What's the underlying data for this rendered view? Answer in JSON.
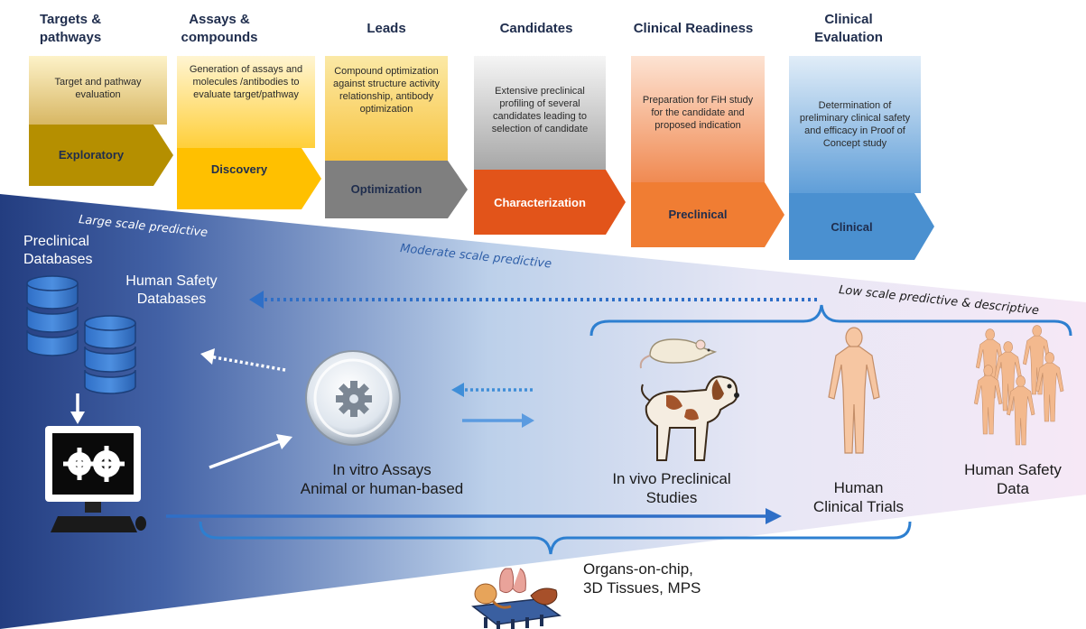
{
  "colors": {
    "exploratory": "#b58f00",
    "discovery": "#ffc000",
    "optimization": "#7f7f7f",
    "characterization": "#e2541a",
    "preclinical": "#f07d33",
    "clinical": "#4a90d0",
    "title": "#1f2d4d",
    "wedge_dark": "#233d80",
    "wedge_light": "#f6e8f6",
    "arrow": "#3f8ed8"
  },
  "stages": [
    {
      "title": "Targets & pathways",
      "description": "Target and pathway evaluation",
      "phase": "Exploratory"
    },
    {
      "title": "Assays & compounds",
      "description": "Generation of assays and molecules /antibodies to evaluate target/pathway",
      "phase": "Discovery"
    },
    {
      "title": "Leads",
      "description": "Compound optimization against structure activity relationship, antibody optimization",
      "phase": "Optimization"
    },
    {
      "title": "Candidates",
      "description": "Extensive preclinical profiling of several candidates leading to selection of candidate",
      "phase": "Characterization"
    },
    {
      "title": "Clinical Readiness",
      "description": "Preparation for FiH study for the candidate and proposed indication",
      "phase": "Preclinical"
    },
    {
      "title": "Clinical Evaluation",
      "description": "Determination of preliminary clinical safety and efficacy in Proof of Concept study",
      "phase": "Clinical"
    }
  ],
  "scales": {
    "large": "Large scale predictive",
    "moderate": "Moderate scale predictive",
    "low": "Low scale predictive & descriptive"
  },
  "databases": {
    "preclinical": "Preclinical Databases",
    "human_safety": "Human Safety Databases"
  },
  "nodes": {
    "in_vitro_line1": "In vitro Assays",
    "in_vitro_line2": "Animal or human-based",
    "in_vivo_line1": "In vivo Preclinical",
    "in_vivo_line2": "Studies",
    "clinical_line1": "Human",
    "clinical_line2": "Clinical Trials",
    "safety_line1": "Human Safety",
    "safety_line2": "Data",
    "organs_line1": "Organs-on-chip,",
    "organs_line2": "3D Tissues, MPS"
  },
  "icons": [
    "database-icon",
    "computer-gears-icon",
    "petri-dish-icon",
    "rat-icon",
    "dog-icon",
    "human-figure-icon",
    "human-group-icon",
    "organs-on-chip-icon"
  ]
}
